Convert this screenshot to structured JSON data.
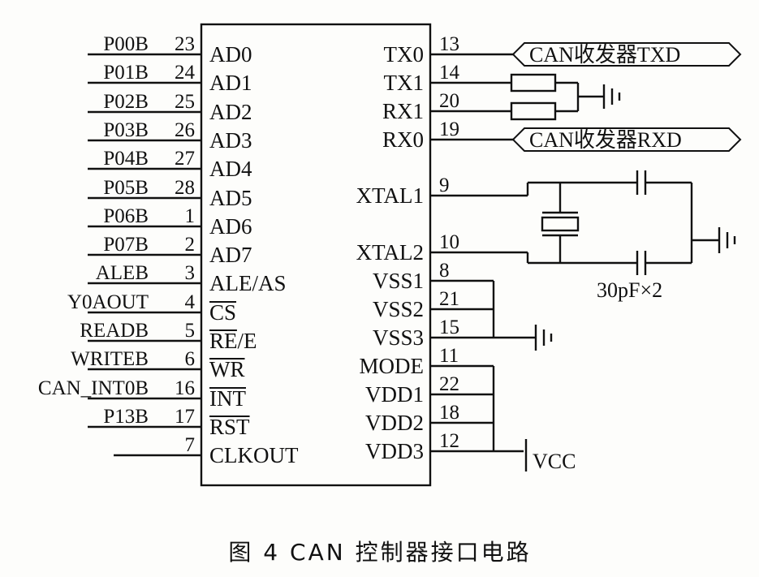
{
  "chip": {
    "left_pins": [
      {
        "label": "AD0",
        "num": "23",
        "signal": "P00B",
        "overline": false
      },
      {
        "label": "AD1",
        "num": "24",
        "signal": "P01B",
        "overline": false
      },
      {
        "label": "AD2",
        "num": "25",
        "signal": "P02B",
        "overline": false
      },
      {
        "label": "AD3",
        "num": "26",
        "signal": "P03B",
        "overline": false
      },
      {
        "label": "AD4",
        "num": "27",
        "signal": "P04B",
        "overline": false
      },
      {
        "label": "AD5",
        "num": "28",
        "signal": "P05B",
        "overline": false
      },
      {
        "label": "AD6",
        "num": "1",
        "signal": "P06B",
        "overline": false
      },
      {
        "label": "AD7",
        "num": "2",
        "signal": "P07B",
        "overline": false
      },
      {
        "label": "ALE/AS",
        "num": "3",
        "signal": "ALEB",
        "overline": false
      },
      {
        "label": "CS",
        "num": "4",
        "signal": "Y0AOUT",
        "overline": true
      },
      {
        "label": "RE/E",
        "num": "5",
        "signal": "READB",
        "overline": true
      },
      {
        "label": "WR",
        "num": "6",
        "signal": "WRITEB",
        "overline": true
      },
      {
        "label": "INT",
        "num": "16",
        "signal": "CAN_INT0B",
        "overline": true
      },
      {
        "label": "RST",
        "num": "17",
        "signal": "P13B",
        "overline": true
      },
      {
        "label": "CLKOUT",
        "num": "7",
        "signal": "",
        "overline": false
      }
    ],
    "right_pins": [
      {
        "label": "TX0",
        "num": "13"
      },
      {
        "label": "TX1",
        "num": "14"
      },
      {
        "label": "RX1",
        "num": "20"
      },
      {
        "label": "RX0",
        "num": "19"
      },
      {
        "label": "XTAL1",
        "num": "9"
      },
      {
        "label": "XTAL2",
        "num": "10"
      },
      {
        "label": "VSS1",
        "num": "8"
      },
      {
        "label": "VSS2",
        "num": "21"
      },
      {
        "label": "VSS3",
        "num": "15"
      },
      {
        "label": "MODE",
        "num": "11"
      },
      {
        "label": "VDD1",
        "num": "22"
      },
      {
        "label": "VDD2",
        "num": "18"
      },
      {
        "label": "VDD3",
        "num": "12"
      }
    ]
  },
  "flags": {
    "txd": "CAN收发器TXD",
    "rxd": "CAN收发器RXD"
  },
  "capacitor_note": "30pF×2",
  "power_label": "VCC",
  "caption": "图 4   CAN 控制器接口电路"
}
